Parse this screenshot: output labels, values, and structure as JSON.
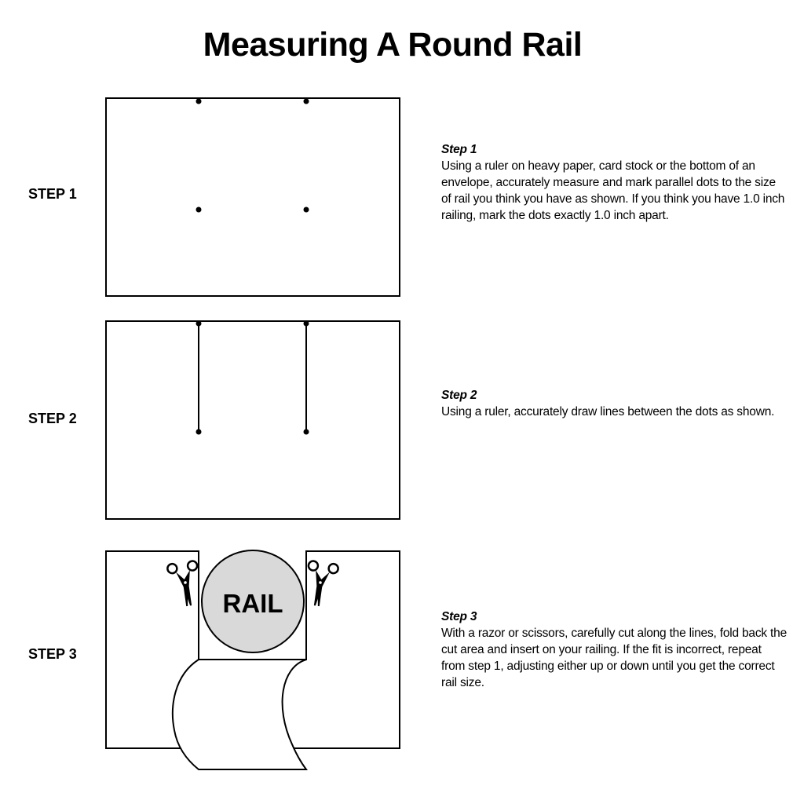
{
  "title": "Measuring A Round Rail",
  "steps": [
    {
      "label": "STEP 1",
      "heading": "Step 1",
      "text": "Using a ruler on heavy paper, card stock or the bottom of an envelope, accurately measure and mark parallel dots to the size of rail you think you have as shown. If you think you have 1.0 inch railing, mark the dots exactly 1.0 inch apart."
    },
    {
      "label": "STEP 2",
      "heading": "Step 2",
      "text": "Using a ruler, accurately draw lines between the dots as shown."
    },
    {
      "label": "STEP 3",
      "heading": "Step 3",
      "text": "With a razor or scissors, carefully cut along the lines, fold back the cut area and insert on your railing. If the fit is incorrect, repeat from step 1, adjusting either up or down until you get the correct rail size."
    }
  ],
  "rail_label": "RAIL",
  "icons": [
    "scissors-icon",
    "scissors-icon"
  ],
  "colors": {
    "stroke": "#000000",
    "rail_fill": "#d9d9d9",
    "paper": "#ffffff"
  }
}
